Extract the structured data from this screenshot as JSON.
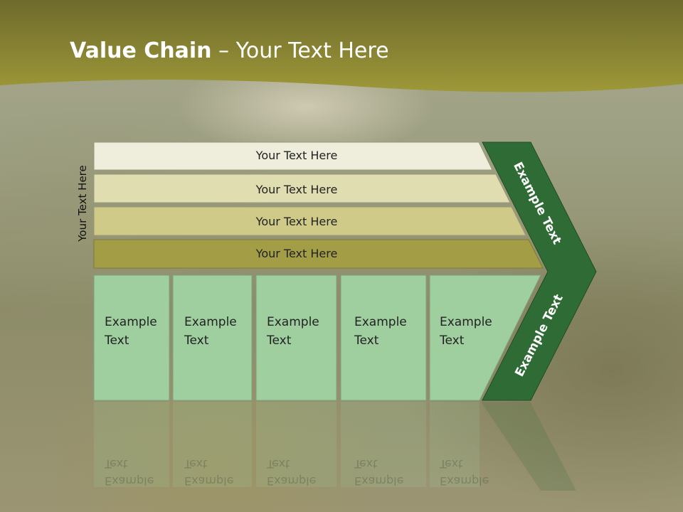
{
  "slide": {
    "title_bold": "Value Chain",
    "title_rest": " – Your Text Here",
    "side_label": "Your Text Here",
    "bars": [
      {
        "label": "Your Text Here"
      },
      {
        "label": "Your Text Here"
      },
      {
        "label": "Your Text Here"
      },
      {
        "label": "Your Text Here"
      }
    ],
    "cells": [
      {
        "line1": "Example",
        "line2": "Text"
      },
      {
        "line1": "Example",
        "line2": "Text"
      },
      {
        "line1": "Example",
        "line2": "Text"
      },
      {
        "line1": "Example",
        "line2": "Text"
      },
      {
        "line1": "Example",
        "line2": "Text"
      }
    ],
    "chevron_top": "Example Text",
    "chevron_bottom": "Example Text"
  },
  "colors": {
    "header": "#8c8a2e",
    "bar1": "#efeedd",
    "bar2": "#e0ddb0",
    "bar3": "#cfca88",
    "bar4": "#a39d46",
    "cells": "#9fcf9f",
    "chevron": "#2f6b35"
  }
}
